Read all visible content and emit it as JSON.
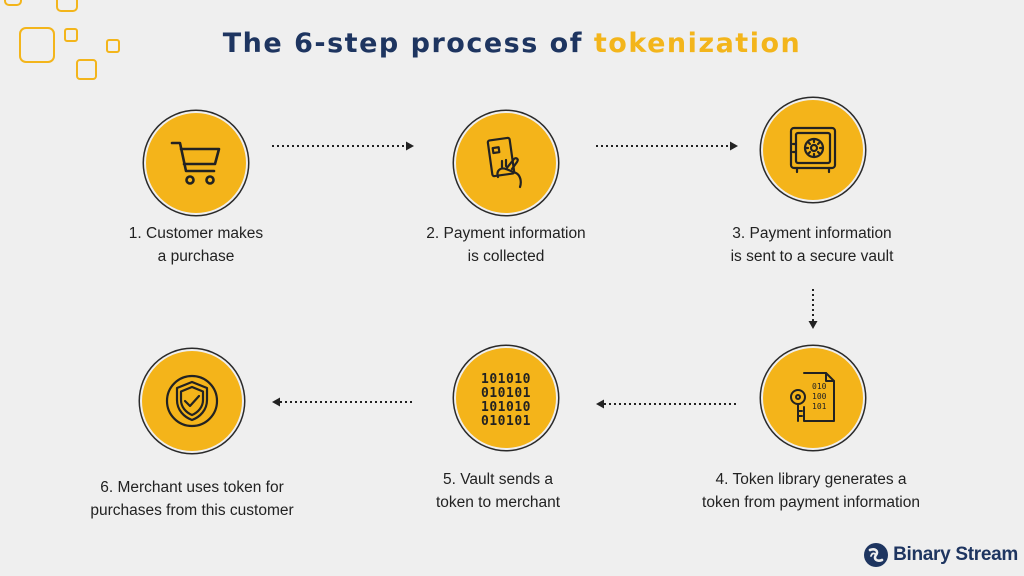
{
  "title": {
    "main": "The 6-step process of",
    "accent": "tokenization"
  },
  "steps": [
    {
      "icon": "shopping-cart-icon",
      "line1": "1. Customer makes",
      "line2": "a purchase"
    },
    {
      "icon": "credit-card-hand-icon",
      "line1": "2. Payment information",
      "line2": "is collected"
    },
    {
      "icon": "safe-vault-icon",
      "line1": "3. Payment information",
      "line2": "is sent to a secure vault"
    },
    {
      "icon": "key-document-icon",
      "line1": "4. Token library generates a",
      "line2": "token from payment information"
    },
    {
      "icon": "binary-code-icon",
      "line1": "5. Vault sends a",
      "line2": "token to merchant"
    },
    {
      "icon": "shield-check-icon",
      "line1": "6. Merchant uses token for",
      "line2": "purchases from this customer"
    }
  ],
  "binary_rows": [
    "101010",
    "010101",
    "101010",
    "010101"
  ],
  "doc_binary": [
    "010",
    "100",
    "101"
  ],
  "logo": {
    "text": "Binary Stream"
  },
  "colors": {
    "accent": "#f3b51b",
    "title": "#1e3560",
    "background": "#efefef"
  }
}
